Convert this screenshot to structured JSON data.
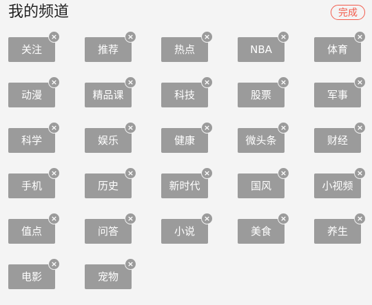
{
  "header": {
    "title": "我的频道",
    "done_label": "完成"
  },
  "remove_icon": "close-icon",
  "channels": [
    "关注",
    "推荐",
    "热点",
    "NBA",
    "体育",
    "动漫",
    "精品课",
    "科技",
    "股票",
    "军事",
    "科学",
    "娱乐",
    "健康",
    "微头条",
    "财经",
    "手机",
    "历史",
    "新时代",
    "国风",
    "小视频",
    "值点",
    "问答",
    "小说",
    "美食",
    "养生",
    "电影",
    "宠物"
  ]
}
